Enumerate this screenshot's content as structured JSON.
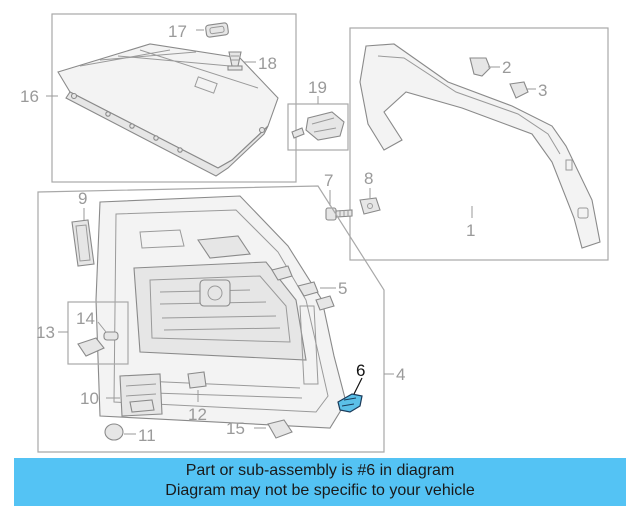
{
  "callouts": {
    "c1": "1",
    "c2": "2",
    "c3": "3",
    "c4": "4",
    "c5": "5",
    "c6": "6",
    "c7": "7",
    "c8": "8",
    "c9": "9",
    "c10": "10",
    "c11": "11",
    "c12": "12",
    "c13": "13",
    "c14": "14",
    "c15": "15",
    "c16": "16",
    "c17": "17",
    "c18": "18",
    "c19": "19"
  },
  "highlight": {
    "part": "6",
    "color": "#5bc0e8"
  },
  "caption": {
    "line1": "Part or sub-assembly is #6 in diagram",
    "line2": "Diagram may not be specific to your vehicle",
    "background": "#54c3f4"
  }
}
